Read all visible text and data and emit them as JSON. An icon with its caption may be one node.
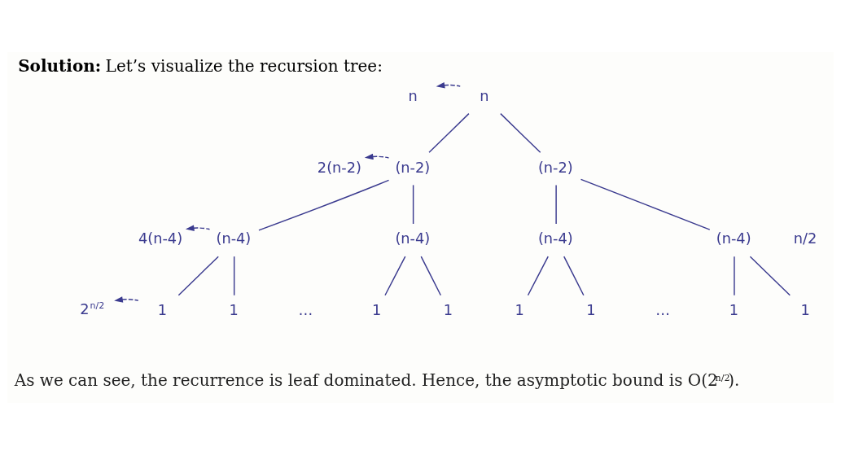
{
  "diagram": {
    "title": "**Solution:** Let’s visualize the recursion tree:",
    "caption": "As we can see, the recurrence is leaf dominated. Hence, the asymptotic bound is O(2$^{n/2}$).",
    "nodes": [
      {
        "text": [
          "n"
        ]
      },
      {
        "text": [
          "(n-2)"
        ]
      },
      {
        "text": [
          "(n-2)"
        ]
      },
      {
        "text": [
          "(n-4)"
        ]
      },
      {
        "text": [
          "(n-4)"
        ]
      },
      {
        "text": [
          "(n-4)"
        ]
      },
      {
        "text": [
          "(n-4)"
        ]
      },
      {
        "text": [
          "1"
        ]
      },
      {
        "text": [
          "1"
        ]
      },
      {
        "text": [
          "1"
        ]
      },
      {
        "text": [
          "1"
        ]
      },
      {
        "text": [
          "1"
        ]
      },
      {
        "text": [
          "1"
        ]
      },
      {
        "text": [
          "1"
        ]
      },
      {
        "text": [
          "1"
        ]
      },
      {
        "text": [
          "n"
        ]
      },
      {
        "text": [
          "2(n-2)"
        ]
      },
      {
        "text": [
          "4(n-4)"
        ]
      },
      {
        "text": [
          "2$^{n/2}$"
        ]
      }
    ],
    "edges": [
      {
        "from": 0,
        "to": 15,
        "arrow": "to",
        "style": "dashed"
      },
      {
        "from": 0,
        "to": 1,
        "arrow": "none"
      },
      {
        "from": 0,
        "to": 2,
        "arrow": "none"
      },
      {
        "from": 1,
        "to": 16,
        "arrow": "to",
        "style": "dashed"
      },
      {
        "from": 1,
        "to": 3,
        "arrow": "none"
      },
      {
        "from": 1,
        "to": 4,
        "arrow": "none"
      },
      {
        "from": 2,
        "to": 5,
        "arrow": "none"
      },
      {
        "from": 2,
        "to": 6,
        "arrow": "none"
      },
      {
        "from": 3,
        "to": 17,
        "arrow": "to",
        "style": "dashed"
      },
      {
        "from": 3,
        "to": 7,
        "arrow": "none"
      },
      {
        "from": 3,
        "to": 8,
        "arrow": "none"
      },
      {
        "from": 4,
        "to": 9,
        "arrow": "none"
      },
      {
        "from": 4,
        "to": 10,
        "arrow": "none"
      },
      {
        "from": 5,
        "to": 11,
        "arrow": "none"
      },
      {
        "from": 5,
        "to": 12,
        "arrow": "none"
      },
      {
        "from": 6,
        "to": 13,
        "arrow": "none"
      },
      {
        "from": 6,
        "to": 14,
        "arrow": "none"
      },
      {
        "from": 7,
        "to": 18,
        "arrow": "to",
        "style": "dashed"
      }
    ],
    "labels": [
      "…",
      "…",
      "n/2"
    ]
  }
}
